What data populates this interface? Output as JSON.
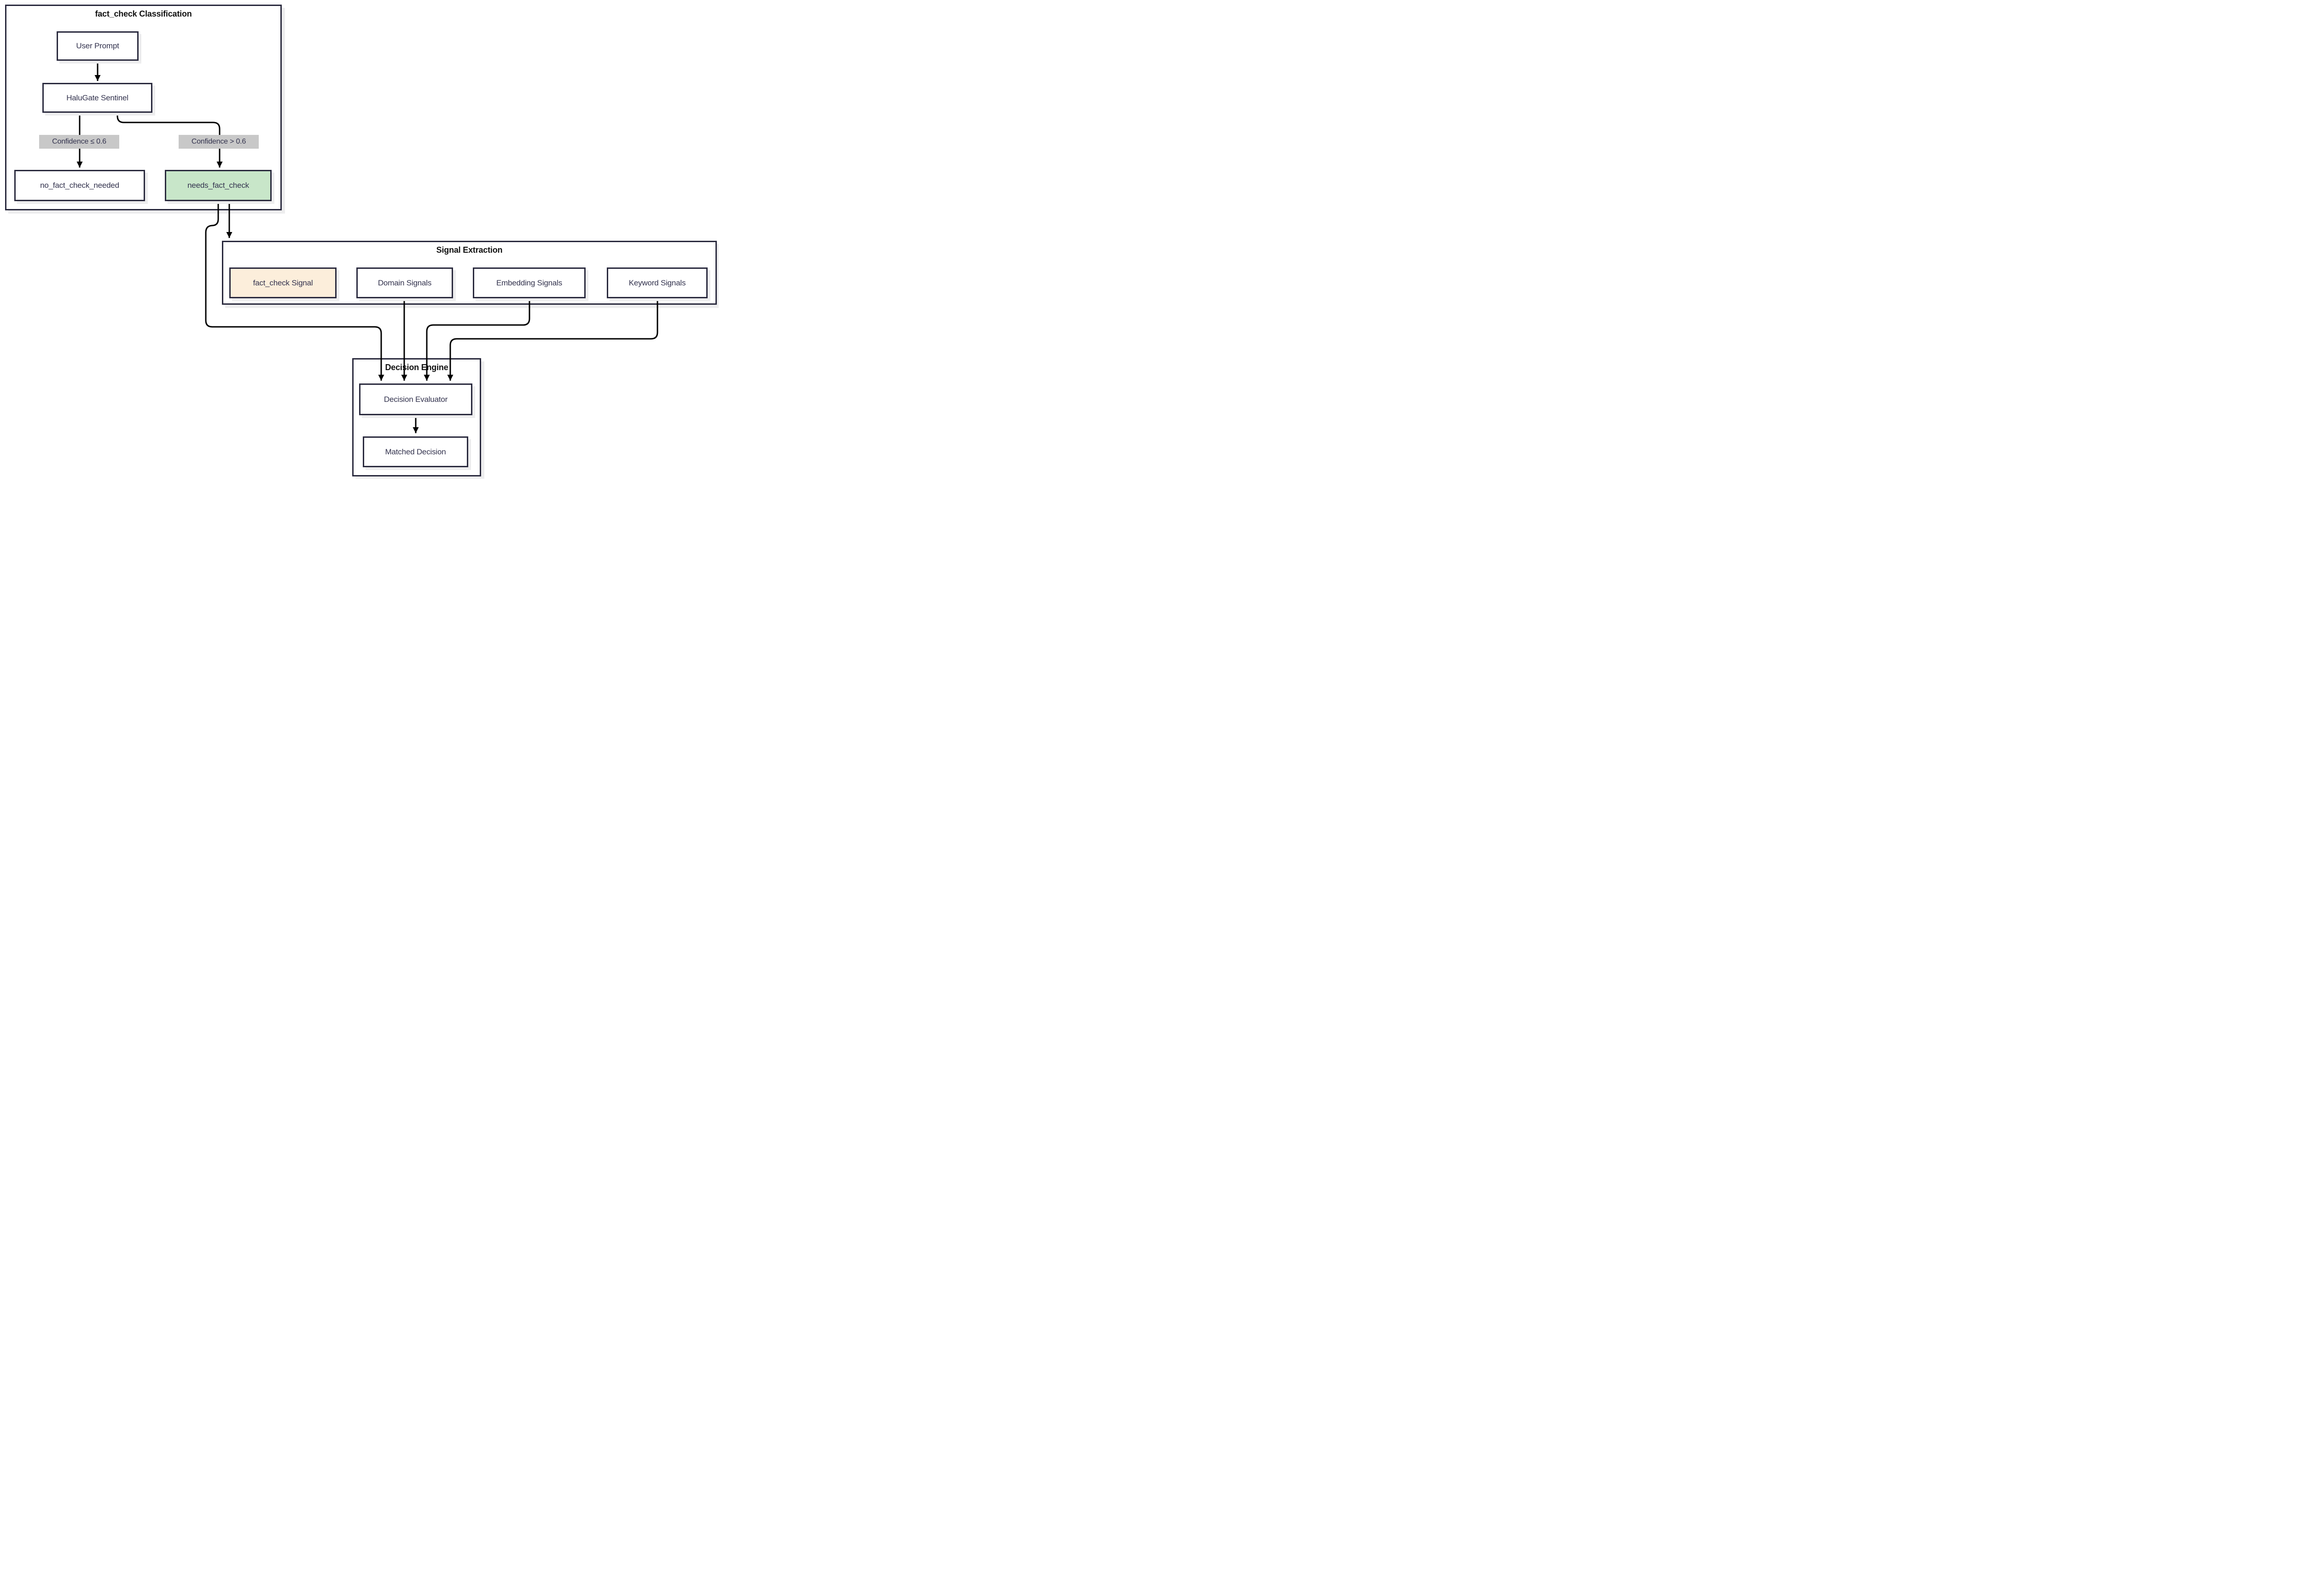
{
  "diagram": {
    "type": "flowchart",
    "subgraphs": {
      "classification": {
        "title": "fact_check Classification"
      },
      "signal_extraction": {
        "title": "Signal Extraction"
      },
      "decision_engine": {
        "title": "Decision Engine"
      }
    },
    "nodes": {
      "user_prompt": {
        "label": "User Prompt",
        "fill": "#ffffff"
      },
      "halugate_sentinel": {
        "label": "HaluGate Sentinel",
        "fill": "#ffffff"
      },
      "no_fact_check_needed": {
        "label": "no_fact_check_needed",
        "fill": "#ffffff"
      },
      "needs_fact_check": {
        "label": "needs_fact_check",
        "fill": "#c8e6c9"
      },
      "fact_check_signal": {
        "label": "fact_check Signal",
        "fill": "#fceedb"
      },
      "domain_signals": {
        "label": "Domain Signals",
        "fill": "#ffffff"
      },
      "embedding_signals": {
        "label": "Embedding Signals",
        "fill": "#ffffff"
      },
      "keyword_signals": {
        "label": "Keyword Signals",
        "fill": "#ffffff"
      },
      "decision_evaluator": {
        "label": "Decision Evaluator",
        "fill": "#ffffff"
      },
      "matched_decision": {
        "label": "Matched Decision",
        "fill": "#ffffff"
      }
    },
    "edge_labels": {
      "low_confidence": {
        "text": "Confidence ≤ 0.6"
      },
      "high_confidence": {
        "text": "Confidence > 0.6"
      }
    },
    "edges": [
      {
        "from": "user_prompt",
        "to": "halugate_sentinel"
      },
      {
        "from": "halugate_sentinel",
        "to": "no_fact_check_needed",
        "label": "Confidence ≤ 0.6"
      },
      {
        "from": "halugate_sentinel",
        "to": "needs_fact_check",
        "label": "Confidence > 0.6"
      },
      {
        "from": "needs_fact_check",
        "to": "signal_extraction"
      },
      {
        "from": "needs_fact_check",
        "to": "decision_evaluator"
      },
      {
        "from": "domain_signals",
        "to": "decision_evaluator"
      },
      {
        "from": "embedding_signals",
        "to": "decision_evaluator"
      },
      {
        "from": "keyword_signals",
        "to": "decision_evaluator"
      },
      {
        "from": "decision_evaluator",
        "to": "matched_decision"
      }
    ],
    "colors": {
      "border": "#2a2a3e",
      "edge": "#000000",
      "node_text": "#33334e",
      "title_text": "#111111",
      "label_bg": "#c8c8c8",
      "green": "#c8e6c9",
      "peach": "#fceedb",
      "shadow": "#ededee",
      "background": "#ffffff"
    }
  }
}
